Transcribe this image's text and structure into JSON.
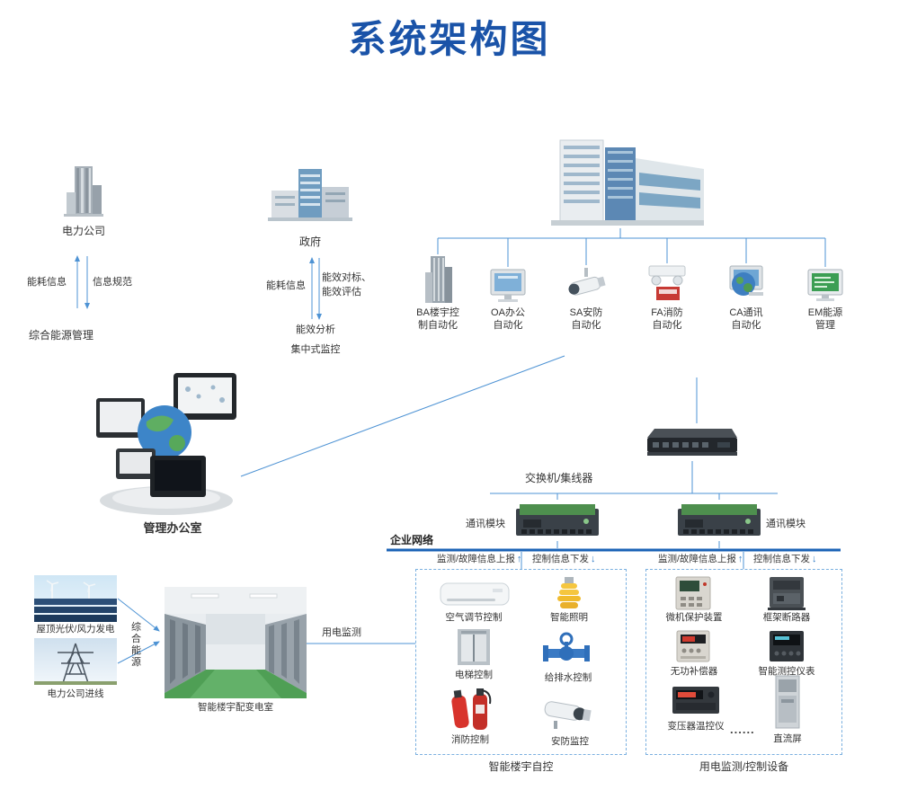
{
  "title": "系统架构图",
  "colors": {
    "title_blue": "#1a53a8",
    "connector_blue": "#4e93d4",
    "enterprise_line_blue": "#1a62b6",
    "dashed_border_blue": "#7ab0e0"
  },
  "power_company_group": {
    "name": "电力公司",
    "up_flow": "能耗信息",
    "down_flow": "信息规范",
    "system": "综合能源管理"
  },
  "government_group": {
    "name": "政府",
    "up_flow": "能耗信息",
    "right_flow_line1": "能效对标、",
    "right_flow_line2": "能效评估",
    "bottom_line1": "能效分析",
    "bottom_line2": "集中式监控"
  },
  "automation_row": {
    "items": [
      {
        "line1": "BA楼宇控",
        "line2": "制自动化"
      },
      {
        "line1": "OA办公",
        "line2": "自动化"
      },
      {
        "line1": "SA安防",
        "line2": "自动化"
      },
      {
        "line1": "FA消防",
        "line2": "自动化"
      },
      {
        "line1": "CA通讯",
        "line2": "自动化"
      },
      {
        "line1": "EM能源",
        "line2": "管理"
      }
    ]
  },
  "management_office": {
    "label": "管理办公室"
  },
  "network": {
    "switch_label": "交换机/集线器",
    "comm_module_left": "通讯模块",
    "comm_module_right": "通讯模块",
    "enterprise_label": "企业网络",
    "report_left": "监测/故障信息上报",
    "control_left": "控制信息下发",
    "report_right": "监测/故障信息上报",
    "control_right": "控制信息下发"
  },
  "flow_arrows": {
    "up": "↑",
    "down": "↓"
  },
  "energy_sources": {
    "solar_wind": "屋顶光伏/风力发电",
    "utility_line": "电力公司进线",
    "combined_energy": "综合能源",
    "substation": "智能楼宇配变电室",
    "power_monitoring": "用电监测"
  },
  "building_auto_box": {
    "caption": "智能楼宇自控",
    "items": [
      {
        "label": "空气调节控制"
      },
      {
        "label": "智能照明"
      },
      {
        "label": "电梯控制"
      },
      {
        "label": "给排水控制"
      },
      {
        "label": "消防控制"
      },
      {
        "label": "安防监控"
      }
    ]
  },
  "power_device_box": {
    "caption": "用电监测/控制设备",
    "dots": "......",
    "items": [
      {
        "label": "微机保护装置"
      },
      {
        "label": "框架断路器"
      },
      {
        "label": "无功补偿器"
      },
      {
        "label": "智能测控仪表"
      },
      {
        "label": "变压器温控仪"
      },
      {
        "label": "直流屏"
      }
    ]
  }
}
